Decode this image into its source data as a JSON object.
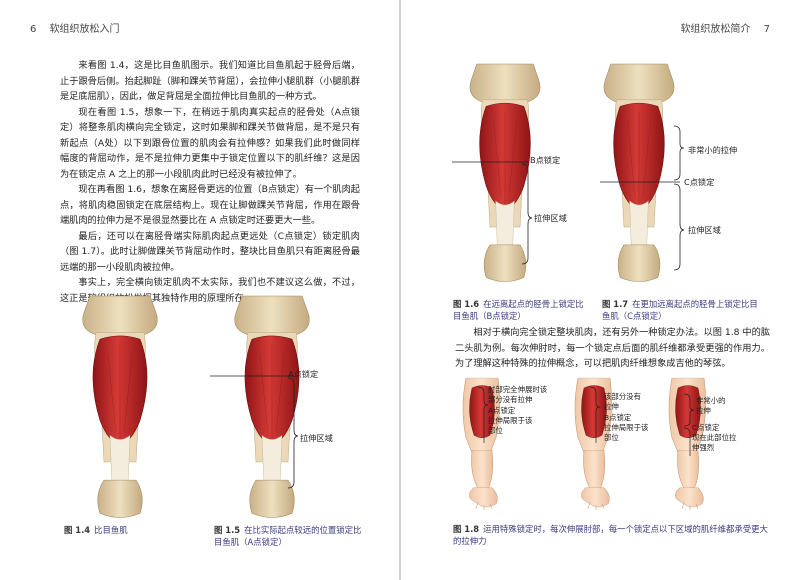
{
  "header": {
    "left_page_num": "6",
    "left_title": "软组织放松入门",
    "right_title": "软组织放松简介",
    "right_page_num": "7"
  },
  "left_text": [
    "来看图 1.4，这是比目鱼肌图示。我们知道比目鱼肌起于胫骨后端，止于跟骨后侧。抬起脚趾（脚和踝关节背屈），会拉伸小腿肌群（小腿肌群是足底屈肌），因此，做足背屈是全面拉伸比目鱼肌的一种方式。",
    "现在看图 1.5，想象一下，在稍远于肌肉真实起点的胫骨处（A点锁定）将整条肌肉横向完全锁定，这时如果脚和踝关节做背屈，是不是只有新起点（A处）以下到跟骨位置的肌肉会有拉伸感？如果我们此时做同样幅度的背屈动作，是不是拉伸力更集中于锁定位置以下的肌纤维？这是因为在锁定点 A 之上的那一小段肌肉此时已经没有被拉伸了。",
    "现在再看图 1.6，想象在离胫骨更远的位置（B点锁定）有一个肌肉起点，将肌肉稳固锁定在底层结构上。现在让脚做踝关节背屈，作用在跟骨端肌肉的拉伸力是不是很显然要比在 A 点锁定时还要更大一些。",
    "最后，还可以在离胫骨端实际肌肉起点更远处（C点锁定）锁定肌肉（图 1.7）。此时让脚做踝关节背屈动作时，整块比目鱼肌只有距离胫骨最远端的那一小段肌肉被拉伸。",
    "事实上，完全横向锁定肌肉不太实际，我们也不建议这么做，不过，这正是软组织放松发挥其独特作用的原理所在。"
  ],
  "right_text": "相对于横向完全锁定整块肌肉，还有另外一种锁定办法。以图 1.8 中的肱二头肌为例。每次伸肘时，每一个锁定点后面的肌纤维都承受更强的作用力。为了理解这种特殊的拉伸概念，可以把肌肉纤维想象成吉他的琴弦。",
  "figures": {
    "fig_1_4": {
      "num": "图 1.4",
      "caption": "比目鱼肌"
    },
    "fig_1_5": {
      "num": "图 1.5",
      "caption": "在比实际起点较远的位置锁定比目鱼肌（A点锁定）",
      "lock_label": "A点锁定",
      "stretch_label": "拉伸区域"
    },
    "fig_1_6": {
      "num": "图 1.6",
      "caption": "在远离起点的胫骨上锁定比目鱼肌（B点锁定）",
      "lock_label": "B点锁定",
      "stretch_label": "拉伸区域"
    },
    "fig_1_7": {
      "num": "图 1.7",
      "caption": "在更加远离起点的胫骨上锁定比目鱼肌（C点锁定）",
      "small_label": "非常小的拉伸",
      "lock_label": "C点锁定",
      "stretch_label": "拉伸区域"
    },
    "fig_1_8": {
      "num": "图 1.8",
      "caption": "运用特殊锁定时，每次伸展肘部，每一个锁定点以下区域的肌纤维都承受更大的拉伸力",
      "arm1": {
        "top_label": "肘部完全伸展时该部分没有拉伸",
        "lock_label": "A点锁定",
        "stretch_label": "拉伸局限于该部位"
      },
      "arm2": {
        "top_label": "该部分没有拉伸",
        "lock_label": "B点锁定",
        "stretch_label": "拉伸局限于该部位"
      },
      "arm3": {
        "top_label": "非常小的拉伸",
        "lock_label": "C点锁定",
        "stretch_label": "现在此部位拉伸强烈"
      }
    }
  },
  "colors": {
    "muscle": "#c8282a",
    "bone": "#e6d2a8",
    "tendon": "#f2e8d4",
    "caption_blue": "#3a3a80"
  }
}
